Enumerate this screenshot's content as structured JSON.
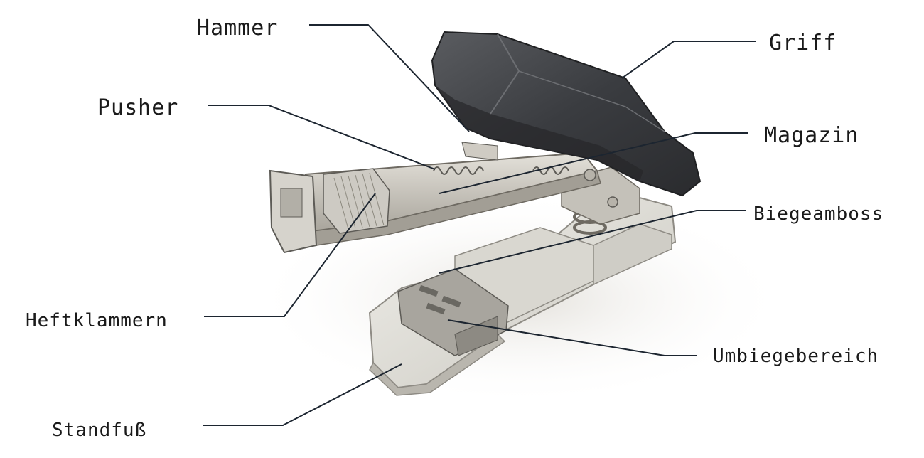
{
  "labels": {
    "hammer": "Hammer",
    "griff": "Griff",
    "pusher": "Pusher",
    "magazin": "Magazin",
    "biegeamboss": "Biegeamboss",
    "heftklammern": "Heftklammern",
    "umbiegebereich": "Umbiegebereich",
    "standfuss": "Standfuß"
  },
  "colors": {
    "leader_line": "#1c2530",
    "handle_dark": "#3d3f42",
    "metal": "#c9c6bf",
    "base": "#e3e2dc"
  }
}
